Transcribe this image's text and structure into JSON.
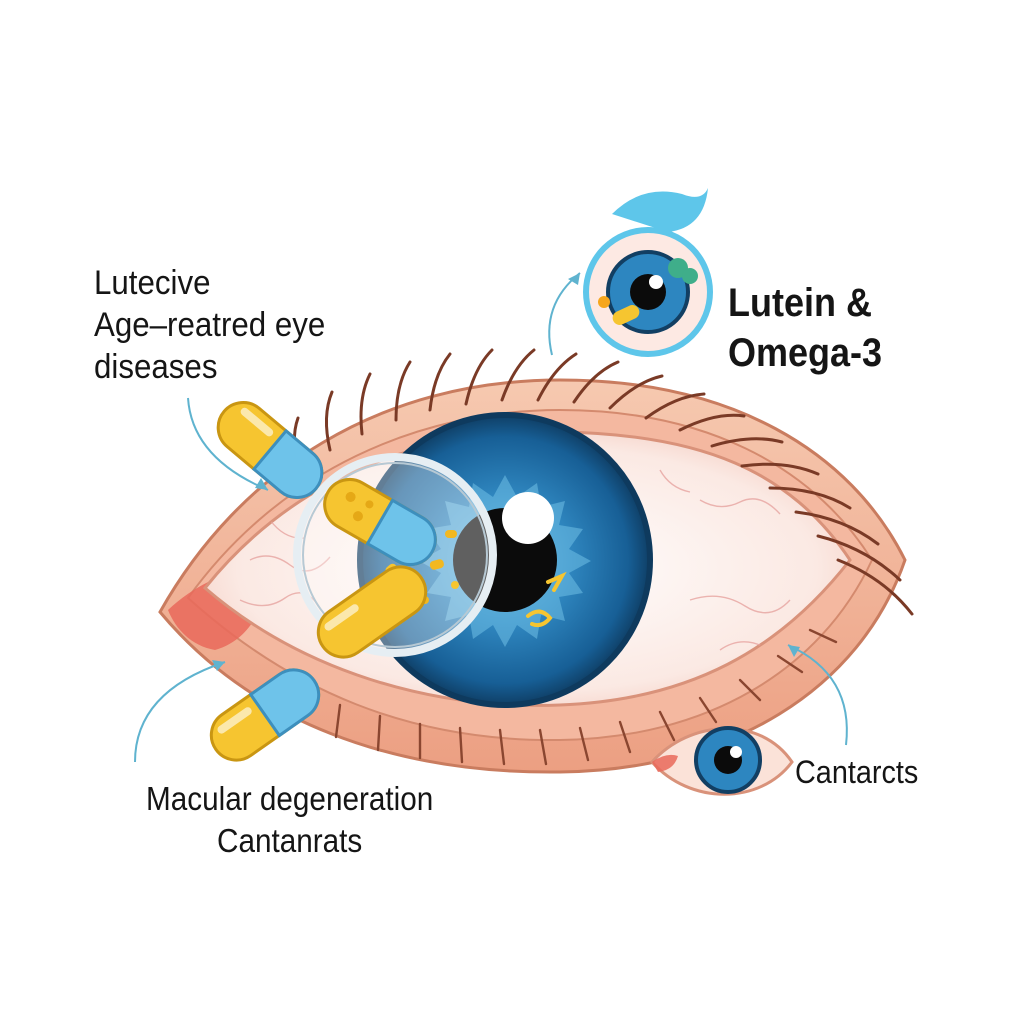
{
  "labels": {
    "top_left": [
      "Lutecive",
      "Age–reatred eye",
      "diseases"
    ],
    "top_right": [
      "Lutein &",
      "Omega-3"
    ],
    "bottom_left": [
      "Macular degeneration",
      "Cantanrats"
    ],
    "bottom_right": "Cantarcts"
  },
  "icons": {
    "main": "eye-icon",
    "capsule": "capsule-icon",
    "magnifier": "magnifier-icon",
    "inset_top": "small-eye-icon",
    "inset_bottom": "small-eye-icon"
  },
  "colors": {
    "iris": "#1f6fa8",
    "pupil": "#0b0b0b",
    "skin": "#f1b89c",
    "lash": "#7a3a26",
    "capsule_yellow": "#f6c530",
    "capsule_blue": "#6ec3ea",
    "arrow": "#5fb3cf"
  }
}
